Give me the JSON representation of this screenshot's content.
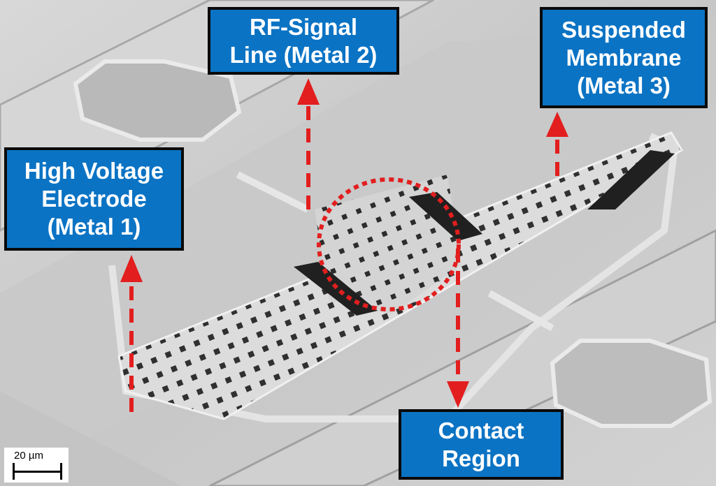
{
  "labels": {
    "rf_signal": {
      "line1": "RF-Signal",
      "line2": "Line (Metal 2)"
    },
    "suspended": {
      "line1": "Suspended",
      "line2": "Membrane",
      "line3": "(Metal 3)"
    },
    "high_voltage": {
      "line1": "High Voltage",
      "line2": "Electrode",
      "line3": "(Metal 1)"
    },
    "contact": {
      "line1": "Contact",
      "line2": "Region"
    }
  },
  "scale_bar": {
    "text": "20 µm"
  },
  "colors": {
    "label_fill": "#0b73c4",
    "label_border": "#0a0a0a",
    "label_text": "#ffffff",
    "arrow": "#e21e1e"
  }
}
